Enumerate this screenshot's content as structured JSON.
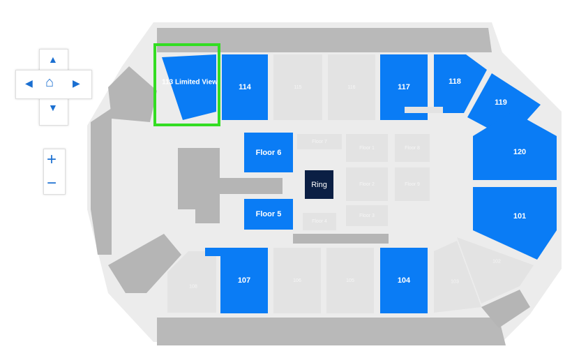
{
  "colors": {
    "available": "#0a7cf5",
    "unavailable": "#e3e3e3",
    "structure": "#b5b5b5",
    "ring": "#0b1f44",
    "highlight": "#33dd22"
  },
  "controls": {
    "up": "▲",
    "down": "▼",
    "left": "◀",
    "right": "▶",
    "home": "⌂",
    "zoom_in": "+",
    "zoom_out": "−"
  },
  "sections": {
    "s113": "113 Limited View",
    "s114": "114",
    "s115": "115",
    "s116": "116",
    "s117": "117",
    "s118": "118",
    "s119": "119",
    "s120": "120",
    "s101": "101",
    "s102": "102",
    "s103": "103",
    "s104": "104",
    "s105": "105",
    "s106": "106",
    "s107": "107",
    "s108": "108",
    "floor6": "Floor 6",
    "floor5": "Floor 5",
    "floor7": "Floor 7",
    "floor1": "Floor 1",
    "floor8": "Floor 8",
    "floor2": "Floor 2",
    "floor9": "Floor 9",
    "floor3": "Floor 3",
    "floor4": "Floor 4",
    "ring": "Ring"
  }
}
